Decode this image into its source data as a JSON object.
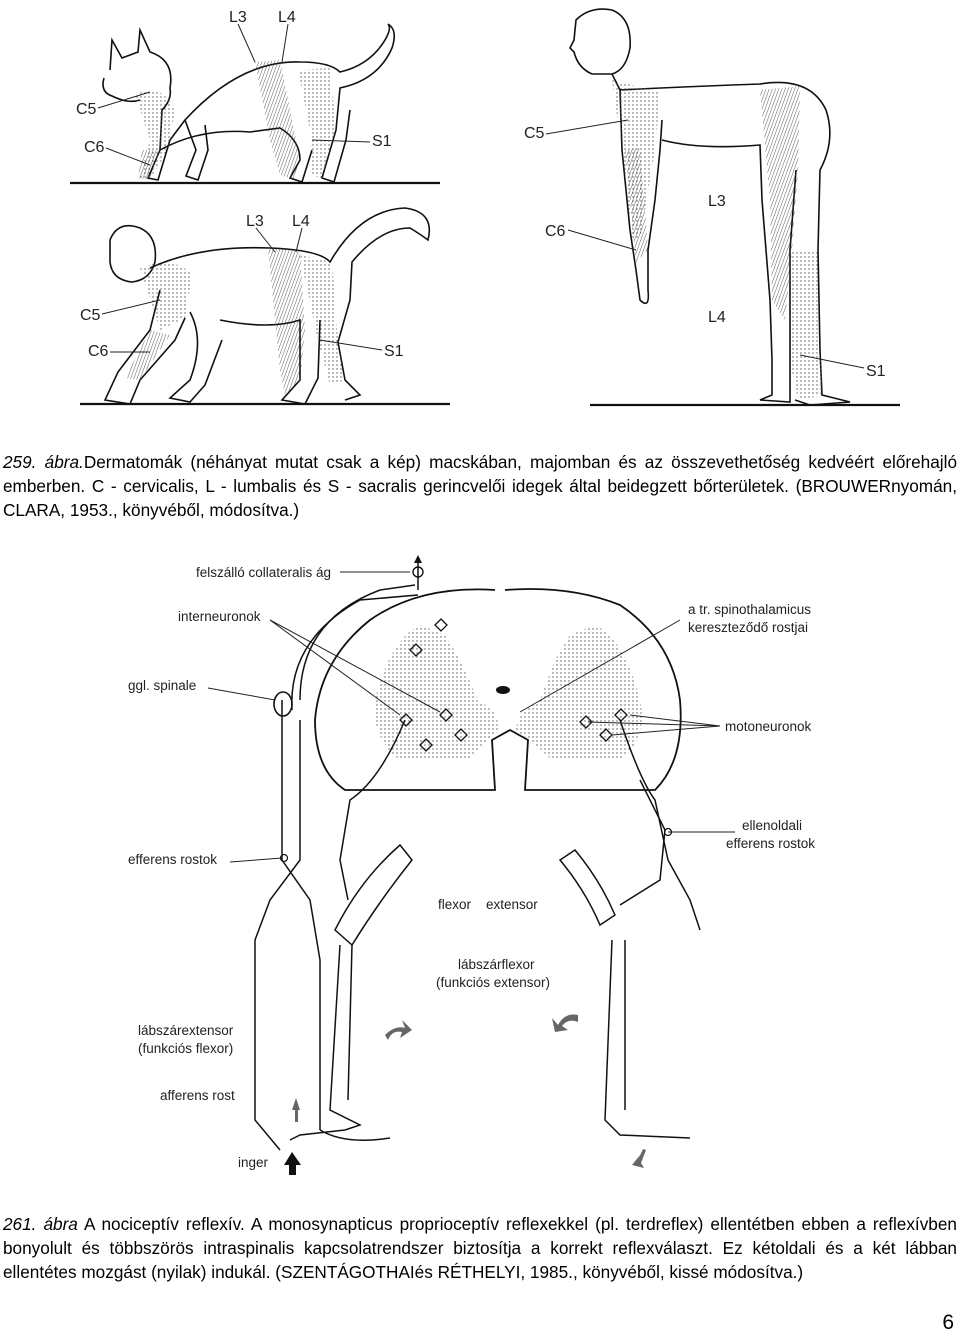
{
  "figure259": {
    "cat_labels": {
      "L3": "L3",
      "L4": "L4",
      "C5": "C5",
      "C6": "C6",
      "S1": "S1"
    },
    "monkey_labels": {
      "L3": "L3",
      "L4": "L4",
      "C5": "C5",
      "C6": "C6",
      "S1": "S1"
    },
    "human_labels": {
      "C5": "C5",
      "C6": "C6",
      "L3": "L3",
      "L4": "L4",
      "S1": "S1"
    },
    "caption_num": "259. ábra.",
    "caption_text": "Dermatomák (néhányat mutat csak a kép) macskában, majomban és az összevethetőség kedvéért előrehajló emberben. C - cervicalis, L - lumbalis és S - sacralis gerincvelői idegek által beidegzett bőrterületek. (BROUWERnyomán, CLARA, 1953., könyvéből, módosítva.)"
  },
  "figure261": {
    "labels": {
      "felszallo": "felszálló collateralis ág",
      "interneuronok": "interneuronok",
      "spinothal1": "a tr. spinothalamicus",
      "spinothal2": "kereszteződő rostjai",
      "ggl": "ggl. spinale",
      "motoneuronok": "motoneuronok",
      "ellen1": "ellenoldali",
      "ellen2": "efferens rostok",
      "efferens": "efferens rostok",
      "flexor": "flexor",
      "extensor": "extensor",
      "labszarflexor1": "lábszárflexor",
      "labszarflexor2": "(funkciós extensor)",
      "labszarext1": "lábszárextensor",
      "labszarext2": "(funkciós flexor)",
      "afferens": "afferens rost",
      "inger": "inger"
    },
    "caption_num": "261. ábra",
    "caption_text": " A nociceptív reflexív. A monosynapticus proprioceptív reflexekkel (pl. terdreflex) ellentétben ebben a reflexívben bonyolult és többszörös intraspinalis kapcsolatrendszer biztosítja a korrekt reflexválaszt. Ez kétoldali és a két lábban ellentétes mozgást (nyilak) indukál. (SZENTÁGOTHAIés RÉTHELYI, 1985., könyvéből, kissé módosítva.)"
  },
  "page_number": "6"
}
